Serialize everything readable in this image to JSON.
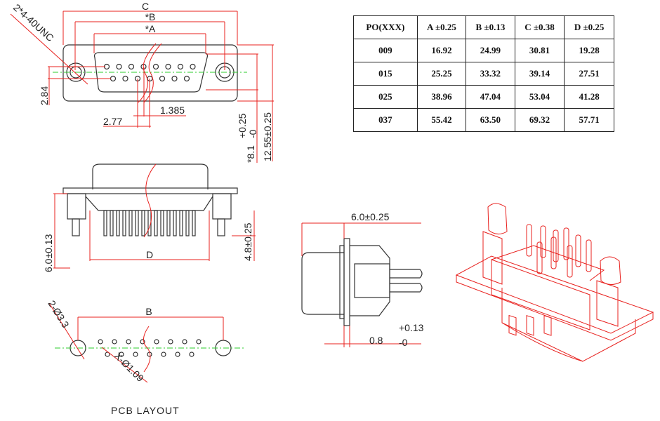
{
  "table": {
    "headers": [
      "PO(XXX)",
      "A ±0.25",
      "B ±0.13",
      "C ±0.38",
      "D ±0.25"
    ],
    "rows": [
      [
        "009",
        "16.92",
        "24.99",
        "30.81",
        "19.28"
      ],
      [
        "015",
        "25.25",
        "33.32",
        "39.14",
        "27.51"
      ],
      [
        "025",
        "38.96",
        "47.04",
        "53.04",
        "41.28"
      ],
      [
        "037",
        "55.42",
        "63.50",
        "69.32",
        "57.71"
      ]
    ]
  },
  "front_view": {
    "dim_c": "C",
    "dim_b": "*B",
    "dim_a": "*A",
    "thread": "2*4-40UNC",
    "dim_284": "2.84",
    "dim_1385": "1.385",
    "dim_277": "2.77",
    "dim_81": "*8.1",
    "dim_81_tol_plus": "+0.25",
    "dim_81_tol_minus": "-0",
    "dim_1255": "12.55±0.25"
  },
  "side_view": {
    "dim_60": "6.0±0.13",
    "dim_d": "D",
    "dim_48": "4.8±0.25"
  },
  "pcb_layout": {
    "dim_b": "B",
    "holes_mount": "2-Ø3.3",
    "holes_pin": "X-Ø1.09",
    "title": "PCB LAYOUT"
  },
  "profile_view": {
    "dim_top": "6.0±0.25",
    "dim_bottom": "0.8",
    "dim_bottom_plus": "+0.13",
    "dim_bottom_minus": "-0"
  },
  "colors": {
    "dimension": "#e8211e",
    "outline": "#333333",
    "centerline": "#2ecc2e"
  }
}
